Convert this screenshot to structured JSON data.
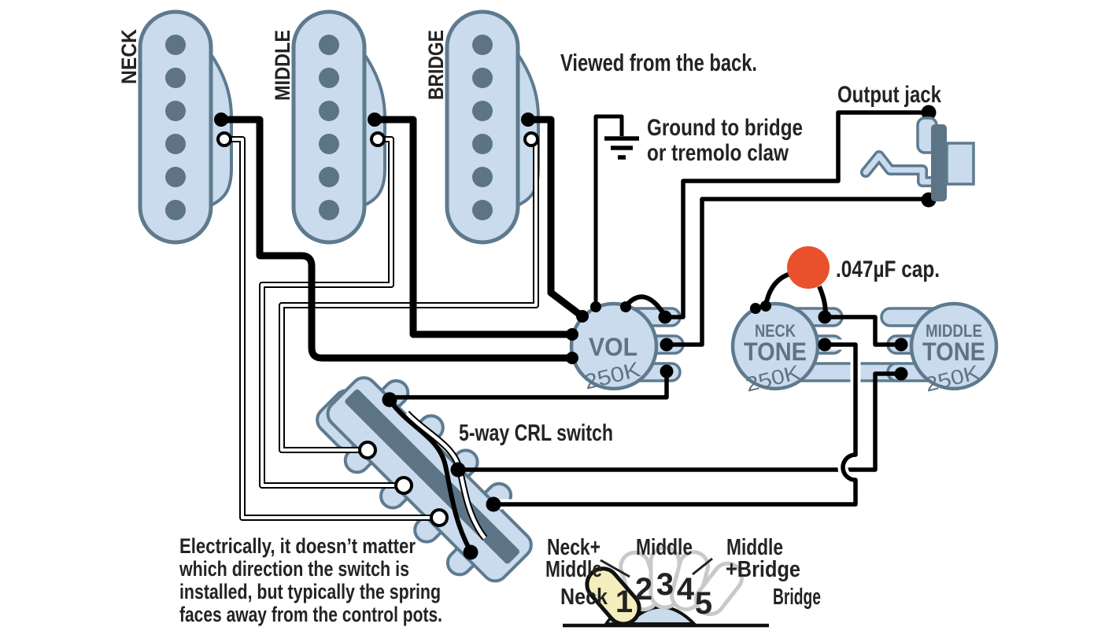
{
  "title": "Viewed from the back.",
  "pickups": [
    {
      "label": "NECK"
    },
    {
      "label": "MIDDLE"
    },
    {
      "label": "BRIDGE"
    }
  ],
  "output_jack_label": "Output jack",
  "ground_label_line1": "Ground to bridge",
  "ground_label_line2": "or tremolo claw",
  "cap_label": ".047µF cap.",
  "cap_value": ".047µF",
  "switch_label": "5-way CRL switch",
  "note_lines": [
    "Electrically, it doesn’t matter",
    "which direction the switch is",
    "installed, but typically the spring",
    "faces away from the control pots."
  ],
  "pots": {
    "volume": {
      "name": "VOL",
      "value": "250K"
    },
    "neck_tone": {
      "name_line1": "NECK",
      "name_line2": "TONE",
      "value": "250K"
    },
    "middle_tone": {
      "name_line1": "MIDDLE",
      "name_line2": "TONE",
      "value": "250K"
    }
  },
  "selector": {
    "positions": [
      "1",
      "2",
      "3",
      "4",
      "5"
    ],
    "pos1_label": "Neck",
    "pos2_label_line1": "Neck+",
    "pos2_label_line2": "Middle",
    "pos3_label": "Middle",
    "pos4_label_line1": "Middle",
    "pos4_label_line2": "+Bridge",
    "pos5_label": "Bridge"
  },
  "colors": {
    "component_fill": "#c9dbec",
    "component_outline": "#5e7a8f",
    "slate": "#5d7487",
    "capacitor": "#e8512c",
    "selected_lever": "#f4eebc",
    "lever_outline": "#c9c9c9",
    "wire": "#000000"
  }
}
